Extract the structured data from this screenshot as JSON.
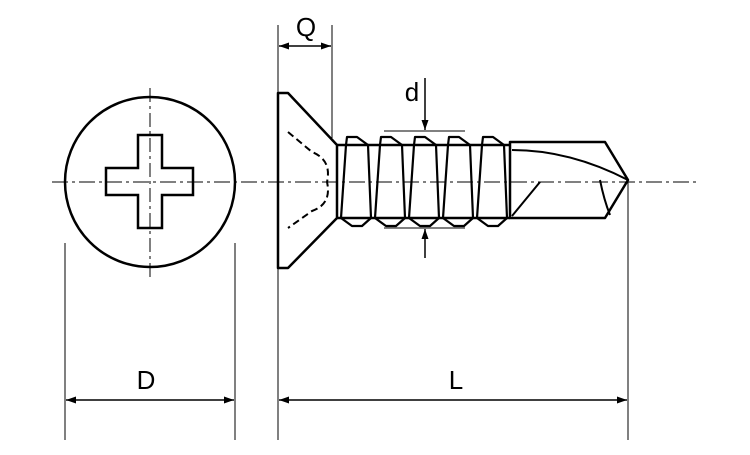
{
  "diagram": {
    "labels": {
      "d": "d",
      "q": "Q",
      "D": "D",
      "L": "L"
    },
    "colors": {
      "stroke": "#000000",
      "background": "#ffffff"
    }
  }
}
